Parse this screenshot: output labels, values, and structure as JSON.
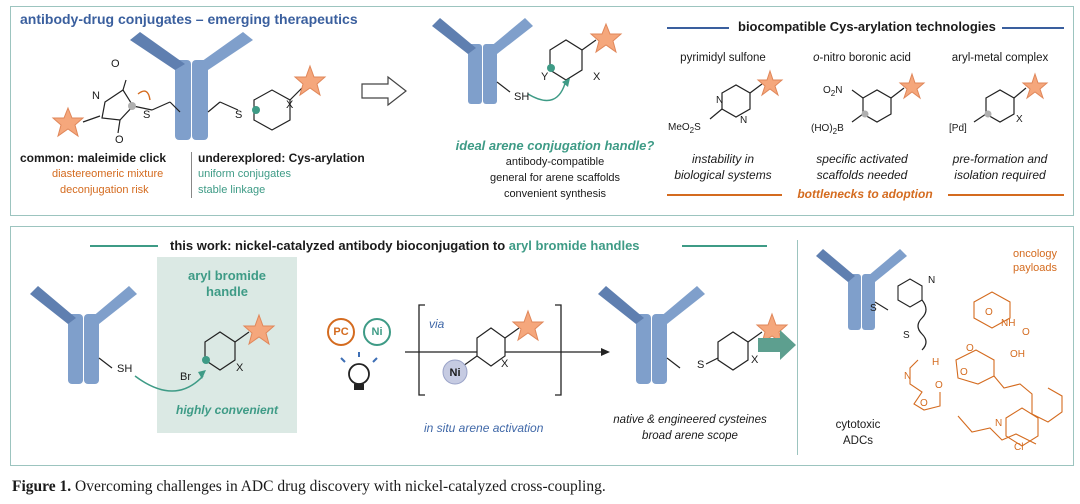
{
  "colors": {
    "antibody": "#7f9fcb",
    "antibody_dark": "#5f7fb0",
    "star": "#f5a77c",
    "star_stroke": "#e0875a",
    "teal": "#3e9b86",
    "orange": "#d46b1f",
    "navy": "#3a5f9e",
    "panel_border": "#9cc4bf",
    "handle_box": "#dbe9e4"
  },
  "top": {
    "title": "antibody-drug conjugates – emerging therapeutics",
    "maleimide": {
      "heading": "common: maleimide click",
      "line1": "diastereomeric mixture",
      "line2": "deconjugation risk",
      "label_n": "N",
      "label_s": "S",
      "label_o1": "O",
      "label_o2": "O"
    },
    "arylation": {
      "heading": "underexplored: Cys-arylation",
      "line1": "uniform conjugates",
      "line2": "stable linkage",
      "label_s": "S",
      "label_x": "X"
    },
    "ideal": {
      "heading": "ideal arene conjugation handle?",
      "line1": "antibody-compatible",
      "line2": "general for arene scaffolds",
      "line3": "convenient synthesis",
      "label_sh": "SH",
      "label_y": "Y",
      "label_x": "X"
    },
    "tech": {
      "title": "biocompatible Cys-arylation technologies",
      "col1": {
        "name": "pyrimidyl sulfone",
        "desc1": "instability in",
        "desc2": "biological systems",
        "sub1": "MeO",
        "sub2": "2",
        "sub3": "S",
        "n1": "N",
        "n2": "N"
      },
      "col2": {
        "name_prefix": "o",
        "name_rest": "-nitro boronic acid",
        "desc1": "specific activated",
        "desc2": "scaffolds needed",
        "sub_no2": "O",
        "sub_no2n": "N",
        "sub_no2b": "2",
        "sub_b": "(HO)",
        "sub_b2": "2",
        "sub_b3": "B"
      },
      "col3": {
        "name": "aryl-metal complex",
        "desc1": "pre-formation and",
        "desc2": "isolation required",
        "sub_pd": "[Pd]",
        "sub_x": "X"
      },
      "bottleneck": "bottlenecks to adoption"
    }
  },
  "bottom": {
    "title_prefix": "this work: nickel-catalyzed antibody bioconjugation to ",
    "title_highlight": "aryl bromide handles",
    "handle": {
      "title1": "aryl bromide",
      "title2": "handle",
      "label_br": "Br",
      "label_x": "X",
      "caption": "highly convenient",
      "label_sh": "SH"
    },
    "catalysts": {
      "pc": "PC",
      "ni": "Ni"
    },
    "intermediate": {
      "via": "via",
      "ni": "Ni",
      "x": "X",
      "caption": "in situ arene activation"
    },
    "product": {
      "s": "S",
      "x": "X",
      "line1": "native & engineered cysteines",
      "line2": "broad arene scope"
    },
    "adc": {
      "payload1": "oncology",
      "payload2": "payloads",
      "label1": "cytotoxic",
      "label2": "ADCs",
      "n": "N",
      "s1": "S",
      "s2": "S",
      "o_labels": [
        "O",
        "O",
        "O",
        "O",
        "O",
        "O"
      ],
      "nh": "NH",
      "oh": "OH",
      "n2": "N",
      "n3": "N",
      "cl": "Cl",
      "h": "H"
    }
  },
  "caption": {
    "label": "Figure 1.",
    "text": " Overcoming challenges in ADC drug discovery with nickel-catalyzed cross-coupling."
  }
}
